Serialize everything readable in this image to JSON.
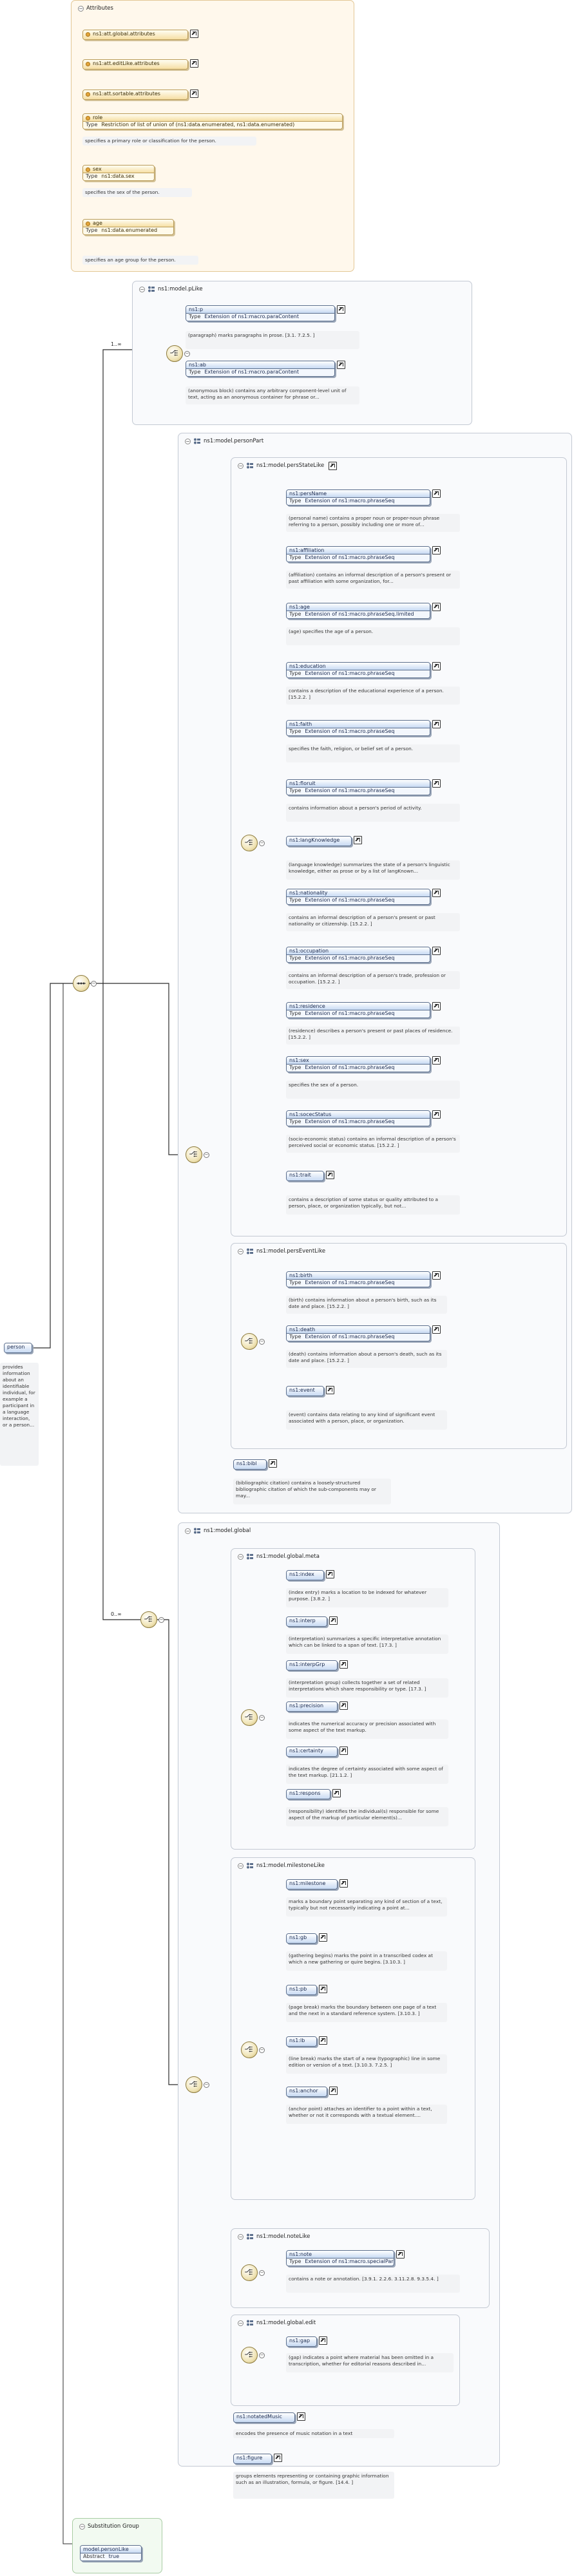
{
  "attributes": {
    "title": "Attributes",
    "refs": [
      "ns1:att.global.attributes",
      "ns1:att.editLike.attributes",
      "ns1:att.sortable.attributes"
    ],
    "items": [
      {
        "name": "role",
        "type_label": "Type",
        "type": "Restriction of list of union of (ns1:data.enumerated, ns1:data.enumerated)",
        "doc": "specifies a primary role or classification for the person."
      },
      {
        "name": "sex",
        "type_label": "Type",
        "type": "ns1:data.sex",
        "doc": "specifies the sex of the person."
      },
      {
        "name": "age",
        "type_label": "Type",
        "type": "ns1:data.enumerated",
        "doc": "specifies an age group for the person."
      }
    ]
  },
  "occurrences": {
    "p_choice": "1..∞",
    "global_choice": "0..∞"
  },
  "root": {
    "name": "person",
    "doc": "provides information about an identifiable individual, for example a participant in a language interaction, or a person..."
  },
  "groups": {
    "pLike": {
      "title": "ns1:model.pLike",
      "items": [
        {
          "name": "ns1:p",
          "type_label": "Type",
          "type": "Extension of ns1:macro.paraContent",
          "doc": "(paragraph) marks paragraphs in prose. [3.1. 7.2.5. ]"
        },
        {
          "name": "ns1:ab",
          "type_label": "Type",
          "type": "Extension of ns1:macro.paraContent",
          "doc": "(anonymous block) contains any arbitrary component-level unit of text, acting as an anonymous container for phrase or..."
        }
      ]
    },
    "personPart": {
      "title": "ns1:model.personPart"
    },
    "persStateLike": {
      "title": "ns1:model.persStateLike",
      "items": [
        {
          "name": "ns1:persName",
          "type_label": "Type",
          "type": "Extension of ns1:macro.phraseSeq",
          "doc": "(personal name) contains a proper noun or proper-noun phrase referring to a person, possibly including one or more of..."
        },
        {
          "name": "ns1:affiliation",
          "type_label": "Type",
          "type": "Extension of ns1:macro.phraseSeq",
          "doc": "(affiliation) contains an informal description of a person's present or past affiliation with some organization, for..."
        },
        {
          "name": "ns1:age",
          "type_label": "Type",
          "type": "Extension of ns1:macro.phraseSeq.limited",
          "doc": "(age) specifies the age of a person."
        },
        {
          "name": "ns1:education",
          "type_label": "Type",
          "type": "Extension of ns1:macro.phraseSeq",
          "doc": "contains a description of the educational experience of a person. [15.2.2. ]"
        },
        {
          "name": "ns1:faith",
          "type_label": "Type",
          "type": "Extension of ns1:macro.phraseSeq",
          "doc": "specifies the faith, religion, or belief set of a person."
        },
        {
          "name": "ns1:floruit",
          "type_label": "Type",
          "type": "Extension of ns1:macro.phraseSeq",
          "doc": "contains information about a person's period of activity."
        },
        {
          "name": "ns1:langKnowledge",
          "doc": "(language knowledge) summarizes the state of a person's linguistic knowledge, either as prose or by a list of langKnown..."
        },
        {
          "name": "ns1:nationality",
          "type_label": "Type",
          "type": "Extension of ns1:macro.phraseSeq",
          "doc": "contains an informal description of a person's present or past nationality or citizenship. [15.2.2. ]"
        },
        {
          "name": "ns1:occupation",
          "type_label": "Type",
          "type": "Extension of ns1:macro.phraseSeq",
          "doc": "contains an informal description of a person's trade, profession or occupation. [15.2.2. ]"
        },
        {
          "name": "ns1:residence",
          "type_label": "Type",
          "type": "Extension of ns1:macro.phraseSeq",
          "doc": "(residence) describes a person's present or past places of residence. [15.2.2. ]"
        },
        {
          "name": "ns1:sex",
          "type_label": "Type",
          "type": "Extension of ns1:macro.phraseSeq",
          "doc": "specifies the sex of a person."
        },
        {
          "name": "ns1:socecStatus",
          "type_label": "Type",
          "type": "Extension of ns1:macro.phraseSeq",
          "doc": "(socio-economic status) contains an informal description of a person's perceived social or economic status. [15.2.2. ]"
        },
        {
          "name": "ns1:trait",
          "doc": "contains a description of some status or quality attributed to a person, place, or organization typically, but not..."
        }
      ]
    },
    "persEventLike": {
      "title": "ns1:model.persEventLike",
      "items": [
        {
          "name": "ns1:birth",
          "type_label": "Type",
          "type": "Extension of ns1:macro.phraseSeq",
          "doc": "(birth) contains information about a person's birth, such as its date and place. [15.2.2. ]"
        },
        {
          "name": "ns1:death",
          "type_label": "Type",
          "type": "Extension of ns1:macro.phraseSeq",
          "doc": "(death) contains information about a person's death, such as its date and place. [15.2.2. ]"
        },
        {
          "name": "ns1:event",
          "doc": "(event) contains data relating to any kind of significant event associated with a person, place, or organization."
        }
      ]
    },
    "bibl": {
      "name": "ns1:bibl",
      "doc": "(bibliographic citation) contains a loosely-structured bibliographic citation of which the sub-components may or may..."
    },
    "global": {
      "title": "ns1:model.global"
    },
    "globalMeta": {
      "title": "ns1:model.global.meta",
      "items": [
        {
          "name": "ns1:index",
          "doc": "(index entry) marks a location to be indexed for whatever purpose. [3.8.2. ]"
        },
        {
          "name": "ns1:interp",
          "doc": "(interpretation) summarizes a specific interpretative annotation which can be linked to a span of text. [17.3. ]"
        },
        {
          "name": "ns1:interpGrp",
          "doc": "(interpretation group) collects together a set of related interpretations which share responsibility or type. [17.3. ]"
        },
        {
          "name": "ns1:precision",
          "doc": "indicates the numerical accuracy or precision associated with some aspect of the text markup."
        },
        {
          "name": "ns1:certainty",
          "doc": "indicates the degree of certainty associated with some aspect of the text markup. [21.1.2. ]"
        },
        {
          "name": "ns1:respons",
          "doc": "(responsibility) identifies the individual(s) responsible for some aspect of the markup of particular element(s)..."
        }
      ]
    },
    "milestoneLike": {
      "title": "ns1:model.milestoneLike",
      "items": [
        {
          "name": "ns1:milestone",
          "doc": "marks a boundary point separating any kind of section of a text, typically but not necessarily indicating a point at..."
        },
        {
          "name": "ns1:gb",
          "doc": "(gathering begins) marks the point in a transcribed codex at which a new gathering or quire begins. [3.10.3. ]"
        },
        {
          "name": "ns1:pb",
          "doc": "(page break) marks the boundary between one page of a text and the next in a standard reference system. [3.10.3. ]"
        },
        {
          "name": "ns1:lb",
          "doc": "(line break) marks the start of a new (typographic) line in some edition or version of a text. [3.10.3. 7.2.5. ]"
        },
        {
          "name": "ns1:anchor",
          "doc": "(anchor point) attaches an identifier to a point within a text, whether or not it corresponds with a textual element...."
        }
      ]
    },
    "noteLike": {
      "title": "ns1:model.noteLike",
      "items": [
        {
          "name": "ns1:note",
          "type_label": "Type",
          "type": "Extension of ns1:macro.specialPara",
          "doc": "contains a note or annotation. [3.9.1. 2.2.6. 3.11.2.8. 9.3.5.4. ]"
        }
      ]
    },
    "globalEdit": {
      "title": "ns1:model.global.edit",
      "items": [
        {
          "name": "ns1:gap",
          "doc": "(gap) indicates a point where material has been omitted in a transcription, whether for editorial reasons described in..."
        }
      ]
    },
    "notatedMusic": {
      "name": "ns1:notatedMusic",
      "doc": "encodes the presence of music notation in a text"
    },
    "figure": {
      "name": "ns1:figure",
      "doc": "groups elements representing or containing graphic information such as an illustration, formula, or figure. [14.4. ]"
    }
  },
  "substitution": {
    "title": "Substitution Group",
    "element": "model.personLike",
    "abstract_label": "Abstract",
    "abstract_value": "true"
  }
}
